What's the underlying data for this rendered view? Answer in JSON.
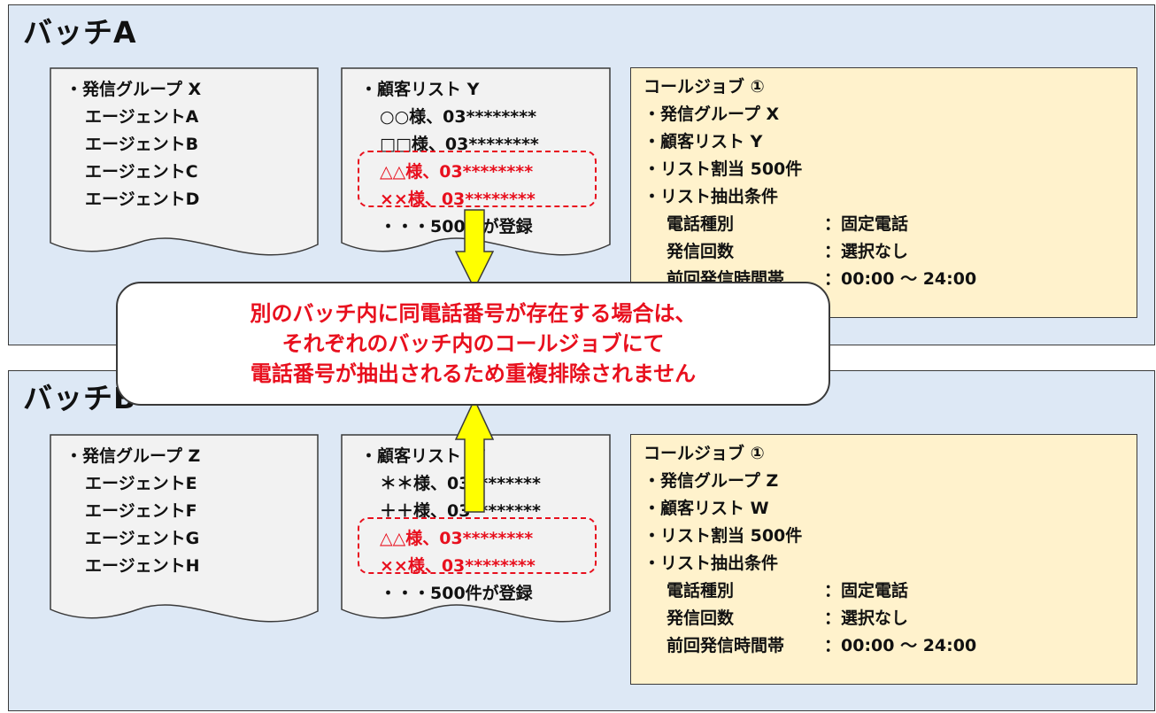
{
  "callout": {
    "lines": [
      "別のバッチ内に同電話番号が存在する場合は、",
      "それぞれのバッチ内のコールジョブにて",
      "電話番号が抽出されるため重複排除されません"
    ]
  },
  "batch_a": {
    "title": "バッチA",
    "group": {
      "title": "・発信グループ X",
      "agents": [
        "エージェントA",
        "エージェントB",
        "エージェントC",
        "エージェントD"
      ]
    },
    "list": {
      "title": "・顧客リスト Y",
      "entries": [
        "○○様、03********",
        "□□様、03********",
        "△△様、03********",
        "××様、03********"
      ],
      "footer": "・・・500件が登録"
    },
    "job": {
      "title": "コールジョブ ①",
      "items": [
        "・発信グループ X",
        "・顧客リスト Y",
        "・リスト割当 500件",
        "・リスト抽出条件"
      ],
      "conditions": [
        {
          "key": "電話種別",
          "value": "：固定電話"
        },
        {
          "key": "発信回数",
          "value": "：選択なし"
        },
        {
          "key": "前回発信時間帯",
          "value": "：00:00 ～ 24:00"
        }
      ]
    }
  },
  "batch_b": {
    "title": "バッチB",
    "group": {
      "title": "・発信グループ Z",
      "agents": [
        "エージェントE",
        "エージェントF",
        "エージェントG",
        "エージェントH"
      ]
    },
    "list": {
      "title": "・顧客リスト W",
      "entries": [
        "＊＊様、03********",
        "＋＋様、03********",
        "△△様、03********",
        "××様、03********"
      ],
      "footer": "・・・500件が登録"
    },
    "job": {
      "title": "コールジョブ ①",
      "items": [
        "・発信グループ Z",
        "・顧客リスト W",
        "・リスト割当 500件",
        "・リスト抽出条件"
      ],
      "conditions": [
        {
          "key": "電話種別",
          "value": "：固定電話"
        },
        {
          "key": "発信回数",
          "value": "：選択なし"
        },
        {
          "key": "前回発信時間帯",
          "value": "：00:00 ～ 24:00"
        }
      ]
    }
  },
  "colors": {
    "batch_bg": "#dde8f5",
    "doc_bg": "#f2f2f2",
    "job_bg": "#fff2cc",
    "alert": "#e8101e",
    "arrow": "#ffff00"
  }
}
